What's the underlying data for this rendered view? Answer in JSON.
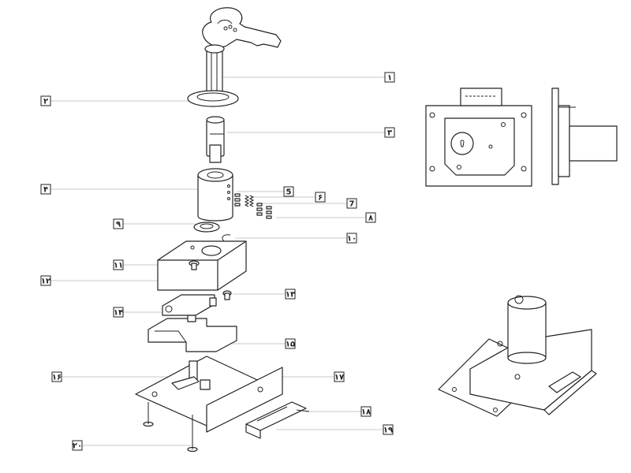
{
  "diagram": {
    "callouts": [
      {
        "id": "1",
        "label": "۱"
      },
      {
        "id": "2",
        "label": "۲"
      },
      {
        "id": "3",
        "label": "۳"
      },
      {
        "id": "4",
        "label": "۴"
      },
      {
        "id": "5",
        "label": "5"
      },
      {
        "id": "6",
        "label": "۶"
      },
      {
        "id": "7",
        "label": "7"
      },
      {
        "id": "8",
        "label": "۸"
      },
      {
        "id": "9",
        "label": "۹"
      },
      {
        "id": "10",
        "label": "۱۰"
      },
      {
        "id": "11",
        "label": "۱۱"
      },
      {
        "id": "12",
        "label": "۱۲"
      },
      {
        "id": "13",
        "label": "۱۳"
      },
      {
        "id": "14",
        "label": "۱۴"
      },
      {
        "id": "15",
        "label": "۱۵"
      },
      {
        "id": "16",
        "label": "۱۶"
      },
      {
        "id": "17",
        "label": "۱۷"
      },
      {
        "id": "18",
        "label": "۱۸"
      },
      {
        "id": "19",
        "label": "۱۹"
      },
      {
        "id": "20",
        "label": "۲۰"
      }
    ],
    "colors": {
      "line": "#222222",
      "leader": "#c9c9c9",
      "fill": "#ffffff",
      "shade": "#e6e6e6"
    }
  }
}
